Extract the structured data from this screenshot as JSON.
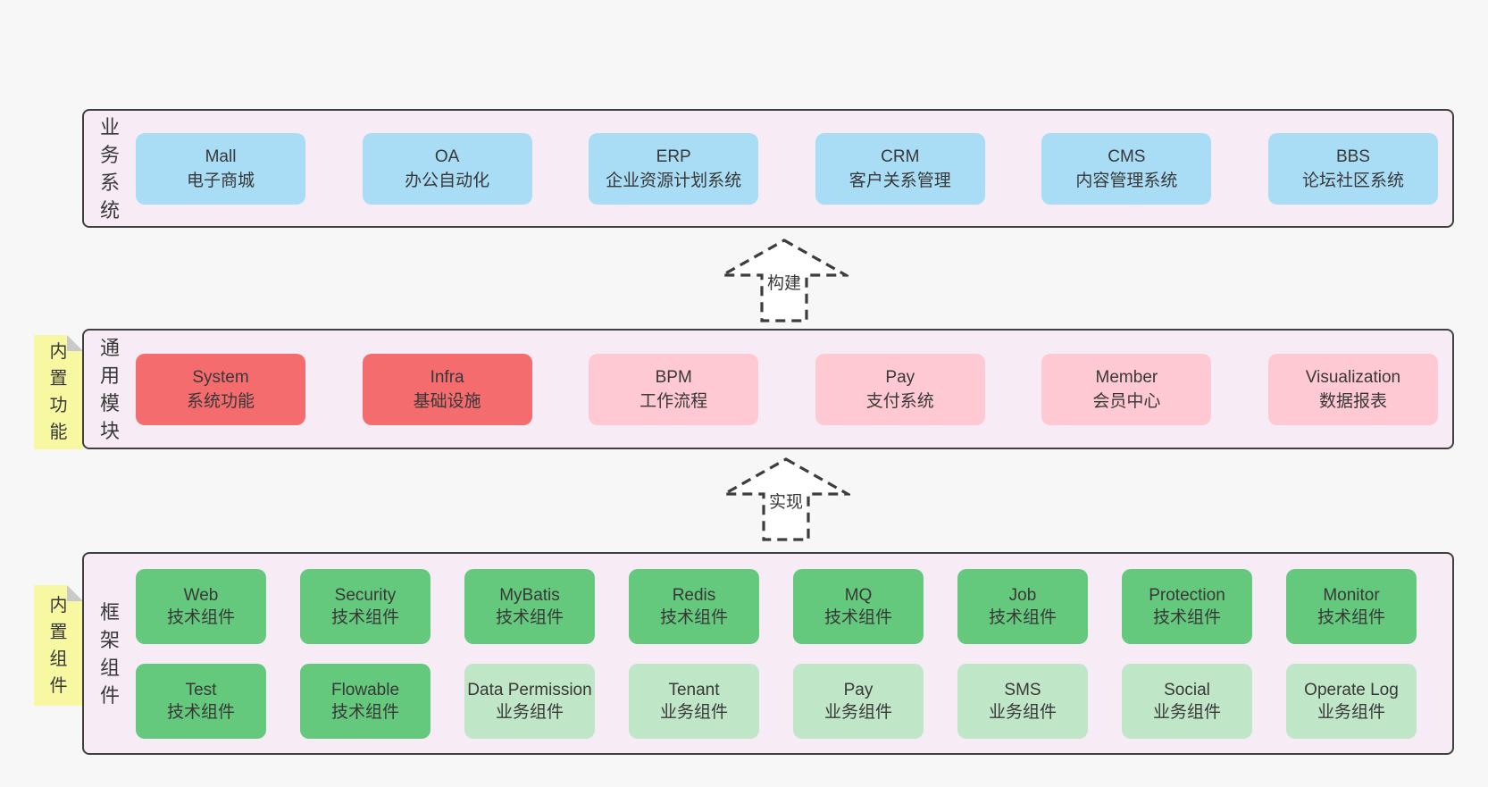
{
  "colors": {
    "page_bg": "#f7f7f7",
    "panel_bg": "#f7ecf5",
    "panel_border": "#404040",
    "blue": "#a9dcf5",
    "red": "#f56c6f",
    "pink": "#fec9d2",
    "green": "#64c97c",
    "light_green": "#c0e6c8",
    "note_yellow": "#f8f8a2",
    "note_fold": "#c9c9c9",
    "text": "#383838"
  },
  "arrows": {
    "build": "构建",
    "implement": "实现"
  },
  "business": {
    "label": "业务系统",
    "boxes": [
      {
        "title": "Mall",
        "subtitle": "电子商城",
        "variant": "blue"
      },
      {
        "title": "OA",
        "subtitle": "办公自动化",
        "variant": "blue"
      },
      {
        "title": "ERP",
        "subtitle": "企业资源计划系统",
        "variant": "blue"
      },
      {
        "title": "CRM",
        "subtitle": "客户关系管理",
        "variant": "blue"
      },
      {
        "title": "CMS",
        "subtitle": "内容管理系统",
        "variant": "blue"
      },
      {
        "title": "BBS",
        "subtitle": "论坛社区系统",
        "variant": "blue"
      }
    ]
  },
  "modules": {
    "label": "通用模块",
    "note": "内置功能",
    "boxes": [
      {
        "title": "System",
        "subtitle": "系统功能",
        "variant": "red"
      },
      {
        "title": "Infra",
        "subtitle": "基础设施",
        "variant": "red"
      },
      {
        "title": "BPM",
        "subtitle": "工作流程",
        "variant": "pink"
      },
      {
        "title": "Pay",
        "subtitle": "支付系统",
        "variant": "pink"
      },
      {
        "title": "Member",
        "subtitle": "会员中心",
        "variant": "pink"
      },
      {
        "title": "Visualization",
        "subtitle": "数据报表",
        "variant": "pink"
      }
    ]
  },
  "components": {
    "label": "框架组件",
    "note": "内置组件",
    "row1": [
      {
        "title": "Web",
        "subtitle": "技术组件",
        "variant": "green"
      },
      {
        "title": "Security",
        "subtitle": "技术组件",
        "variant": "green"
      },
      {
        "title": "MyBatis",
        "subtitle": "技术组件",
        "variant": "green"
      },
      {
        "title": "Redis",
        "subtitle": "技术组件",
        "variant": "green"
      },
      {
        "title": "MQ",
        "subtitle": "技术组件",
        "variant": "green"
      },
      {
        "title": "Job",
        "subtitle": "技术组件",
        "variant": "green"
      },
      {
        "title": "Protection",
        "subtitle": "技术组件",
        "variant": "green"
      },
      {
        "title": "Monitor",
        "subtitle": "技术组件",
        "variant": "green"
      }
    ],
    "row2": [
      {
        "title": "Test",
        "subtitle": "技术组件",
        "variant": "green"
      },
      {
        "title": "Flowable",
        "subtitle": "技术组件",
        "variant": "green"
      },
      {
        "title": "Data Permission",
        "subtitle": "业务组件",
        "variant": "light"
      },
      {
        "title": "Tenant",
        "subtitle": "业务组件",
        "variant": "light"
      },
      {
        "title": "Pay",
        "subtitle": "业务组件",
        "variant": "light"
      },
      {
        "title": "SMS",
        "subtitle": "业务组件",
        "variant": "light"
      },
      {
        "title": "Social",
        "subtitle": "业务组件",
        "variant": "light"
      },
      {
        "title": "Operate Log",
        "subtitle": "业务组件",
        "variant": "light"
      }
    ]
  }
}
